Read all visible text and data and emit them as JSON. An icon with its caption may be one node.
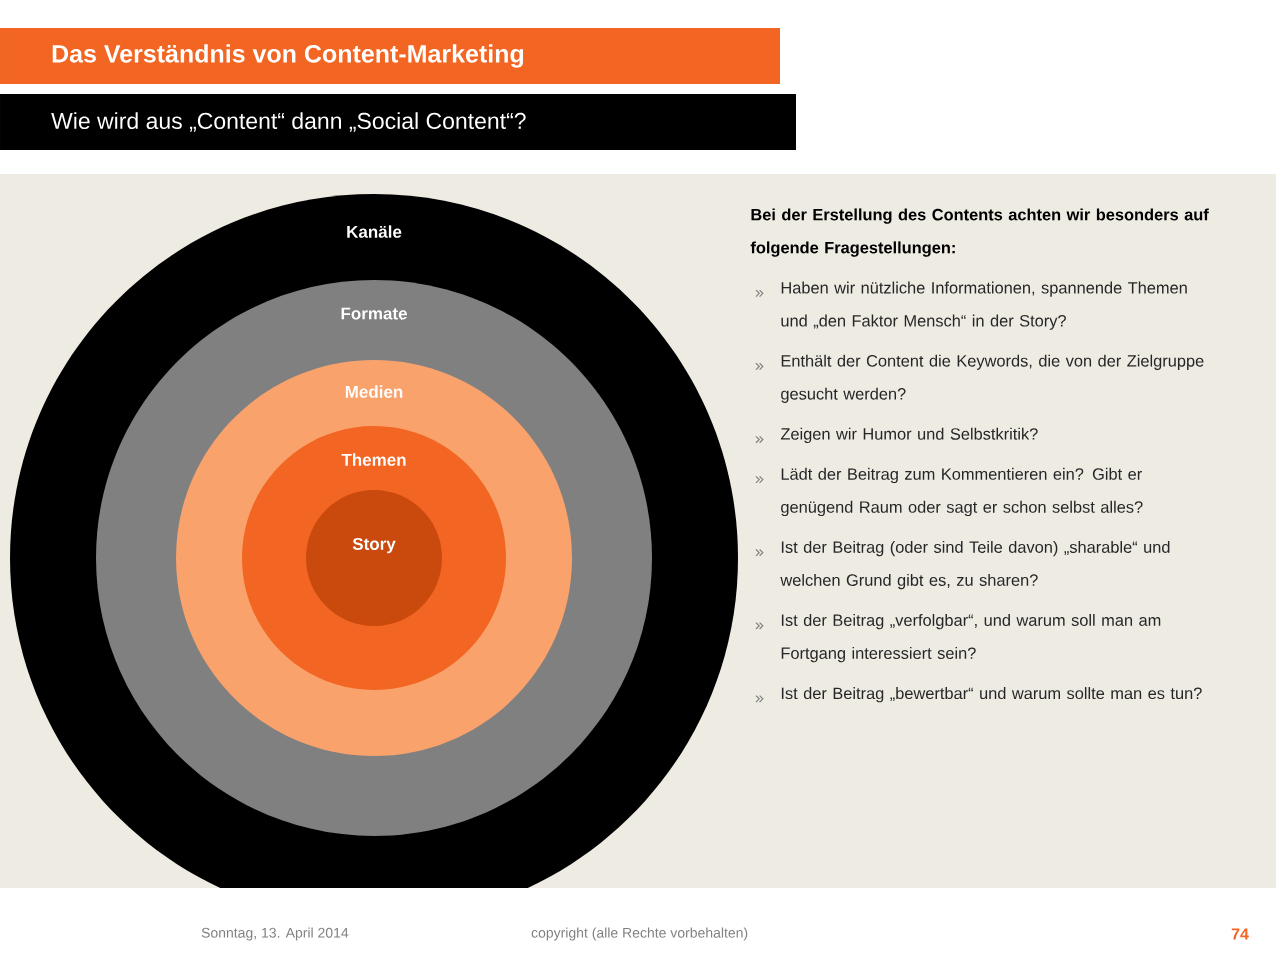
{
  "diagram": {
    "title": "Das Verständnis von Content-Marketing",
    "nodes": [
      {
        "text": [
          "Kanäle"
        ]
      },
      {
        "text": [
          "Formate"
        ],
        "in": 0
      },
      {
        "text": [
          "Medien"
        ],
        "in": 1
      },
      {
        "text": [
          "Themen"
        ],
        "in": 2
      },
      {
        "text": [
          "Story"
        ],
        "in": 3
      }
    ],
    "labels": [
      "Wie wird aus „Content“ dann „Social Content“?",
      "Bei der Erstellung des Contents achten wir besonders auf folgende Fragestellungen:",
      "Haben wir nützliche Informationen, spannende Themen und „den Faktor Mensch“ in der Story?",
      "Enthält der Content die Keywords, die von der Zielgruppe gesucht werden?",
      "Zeigen wir Humor und Selbstkritik?",
      "Lädt der Beitrag zum Kommentieren ein? Gibt er genügend Raum oder sagt er schon selbst alles?",
      "Ist der Beitrag (oder sind Teile davon) „sharable“ und welchen Grund gibt es, zu sharen?",
      "Ist der Beitrag „verfolgbar“, und warum soll man am Fortgang interessiert sein?",
      "Ist der Beitrag „bewertbar“ und warum sollte man es tun?",
      "Sonntag, 13. April 2014",
      "copyright (alle Rechte vorbehalten)",
      "74"
    ]
  }
}
